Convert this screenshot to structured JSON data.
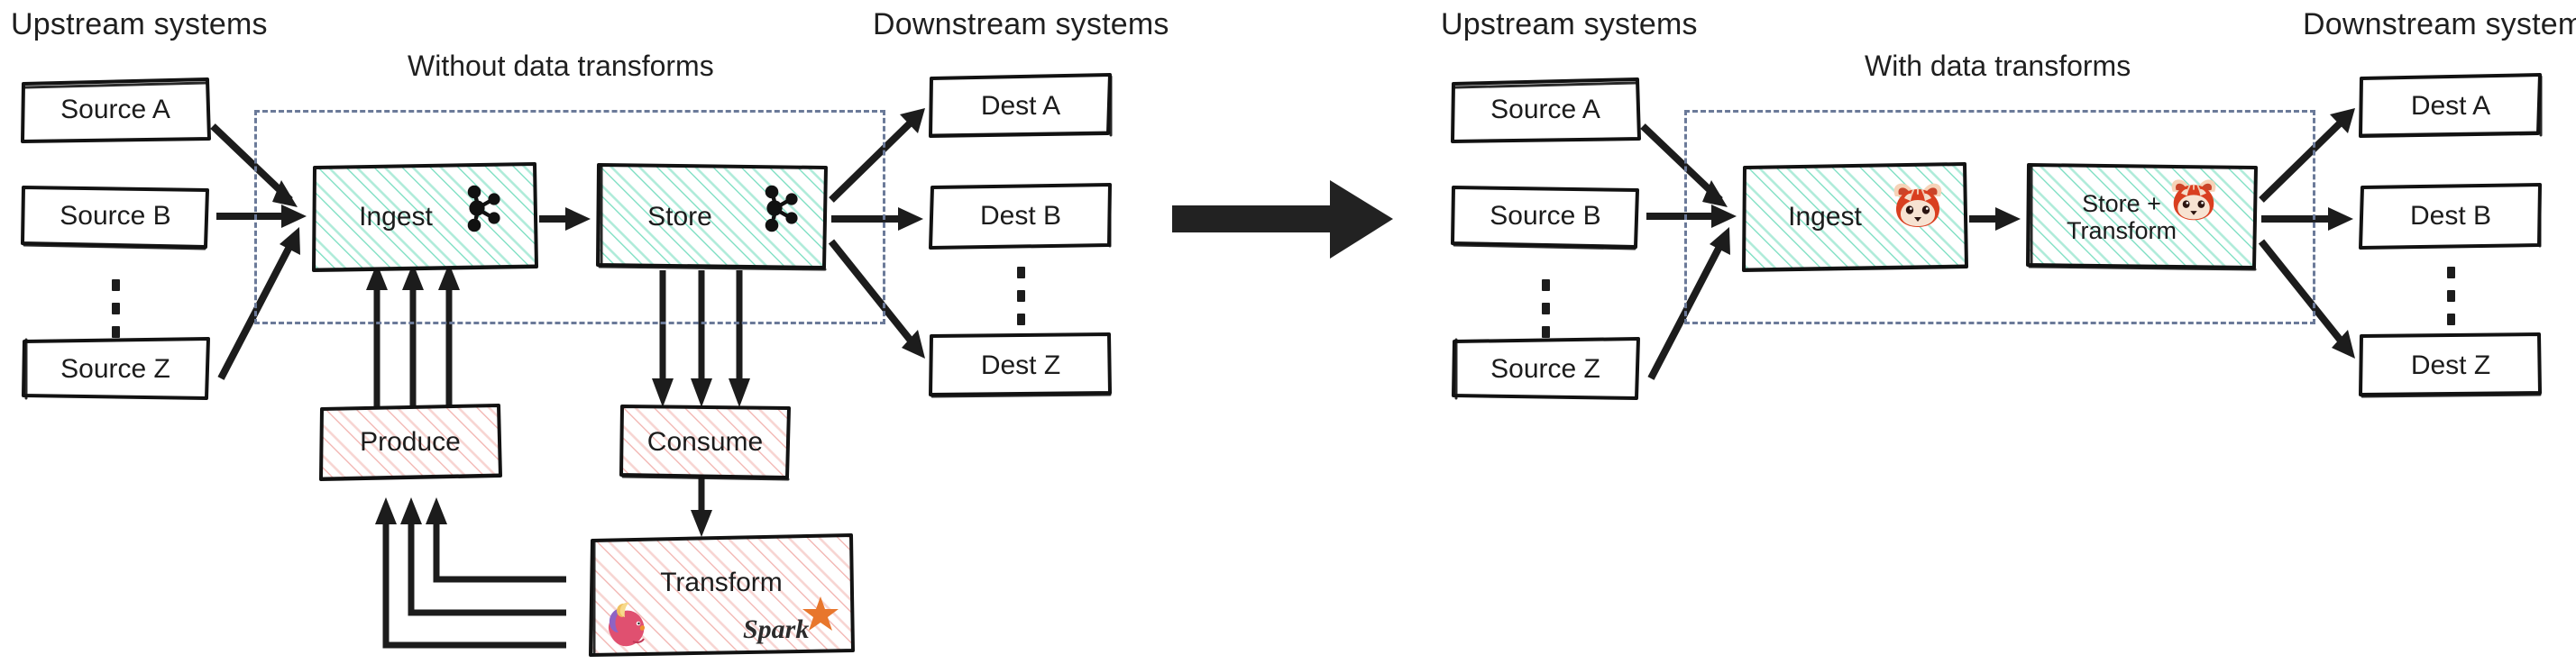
{
  "diagram": {
    "title_left": "Without data transforms",
    "title_right": "With data transforms",
    "transition_arrow": "big-right-arrow"
  },
  "left_panel": {
    "upstream_header": "Upstream systems",
    "downstream_header": "Downstream systems",
    "panel_title": "Without data transforms",
    "sources": [
      {
        "label": "Source A"
      },
      {
        "label": "Source B"
      },
      {
        "label": "Source Z"
      }
    ],
    "sources_ellipsis": "vertical-dots",
    "pipeline": [
      {
        "label": "Ingest",
        "icon": "apache-kafka-icon",
        "fill": "green"
      },
      {
        "label": "Store",
        "icon": "apache-kafka-icon",
        "fill": "green"
      }
    ],
    "external": [
      {
        "label": "Produce",
        "fill": "pink"
      },
      {
        "label": "Consume",
        "fill": "pink"
      },
      {
        "label": "Transform",
        "fill": "pink",
        "icons": [
          "apache-flink-icon",
          "apache-spark-icon"
        ]
      }
    ],
    "destinations": [
      {
        "label": "Dest A"
      },
      {
        "label": "Dest B"
      },
      {
        "label": "Dest Z"
      }
    ],
    "destinations_ellipsis": "vertical-dots"
  },
  "right_panel": {
    "upstream_header": "Upstream systems",
    "downstream_header": "Downstream systems",
    "panel_title": "With data transforms",
    "sources": [
      {
        "label": "Source A"
      },
      {
        "label": "Source B"
      },
      {
        "label": "Source Z"
      }
    ],
    "sources_ellipsis": "vertical-dots",
    "pipeline": [
      {
        "label": "Ingest",
        "icon": "redpanda-icon",
        "fill": "green"
      },
      {
        "label": "Store +\nTransform",
        "line1": "Store +",
        "line2": "Transform",
        "icon": "redpanda-icon",
        "fill": "green"
      }
    ],
    "destinations": [
      {
        "label": "Dest A"
      },
      {
        "label": "Dest B"
      },
      {
        "label": "Dest Z"
      }
    ],
    "destinations_ellipsis": "vertical-dots"
  },
  "colors": {
    "ink": "#1c1c1c",
    "dashed_border": "#6b7a99",
    "green_hatch": "#5ed7b4",
    "pink_hatch": "#f0a9a4",
    "spark_orange": "#e8762c",
    "redpanda_red": "#d93f20",
    "background": "#ffffff"
  }
}
